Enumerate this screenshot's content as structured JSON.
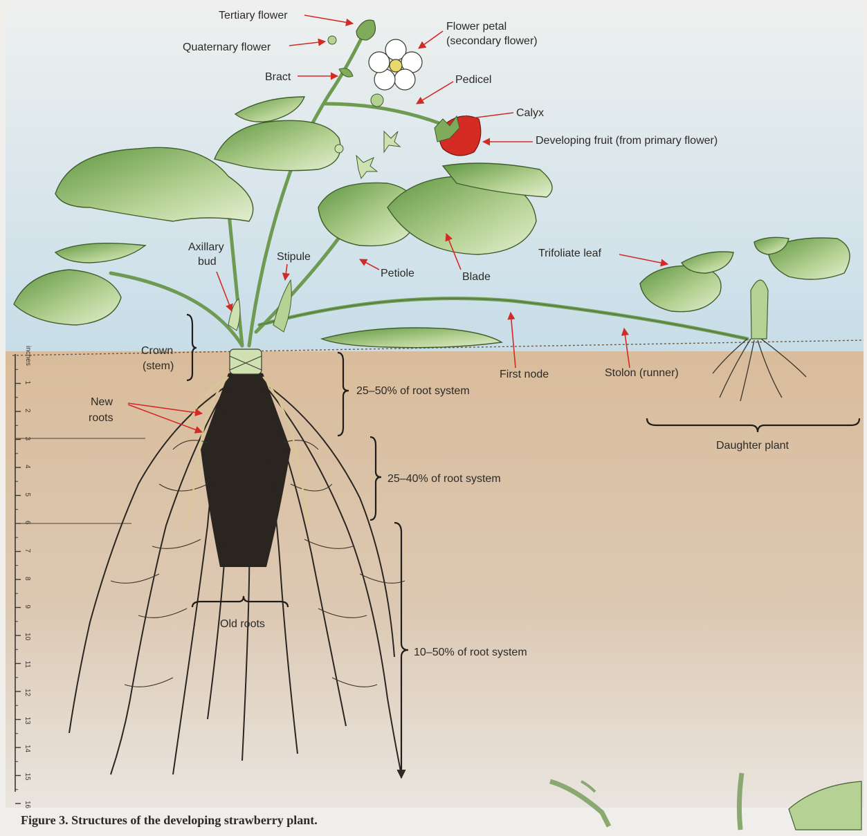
{
  "caption": "Figure 3. Structures of the developing strawberry plant.",
  "ruler": {
    "unit_label": "inches",
    "ticks": [
      "1",
      "2",
      "3",
      "4",
      "5",
      "6",
      "7",
      "8",
      "9",
      "10",
      "11",
      "12",
      "13",
      "14",
      "15",
      "16"
    ]
  },
  "labels": {
    "tertiary_flower": "Tertiary flower",
    "quaternary_flower": "Quaternary flower",
    "flower_petal_1": "Flower petal",
    "flower_petal_2": "(secondary flower)",
    "bract": "Bract",
    "pedicel": "Pedicel",
    "calyx": "Calyx",
    "developing_fruit": "Developing fruit (from primary flower)",
    "axillary_bud_1": "Axillary",
    "axillary_bud_2": "bud",
    "stipule": "Stipule",
    "petiole": "Petiole",
    "blade": "Blade",
    "trifoliate_leaf": "Trifoliate leaf",
    "crown_1": "Crown",
    "crown_2": "(stem)",
    "first_node": "First node",
    "stolon": "Stolon (runner)",
    "new_roots_1": "New",
    "new_roots_2": "roots",
    "daughter_plant": "Daughter plant",
    "old_roots": "Old roots"
  },
  "root_zones": [
    {
      "label": "25–50% of root system"
    },
    {
      "label": "25–40% of root system"
    },
    {
      "label": "10–50% of root system"
    }
  ],
  "colors": {
    "sky": "#cfe1ea",
    "soil": "#d8bd9e",
    "leaf": "#7fab5b",
    "leaf_light": "#cfe0b1",
    "fruit": "#d62b22",
    "arrow": "#d22a25"
  }
}
